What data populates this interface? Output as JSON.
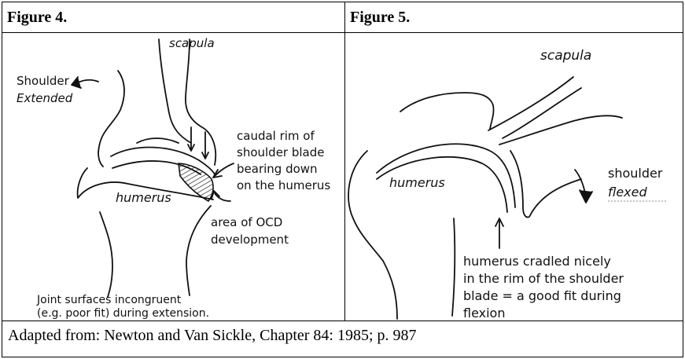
{
  "figure4": {
    "heading": "Figure 4.",
    "labels": {
      "scapula": "scapula",
      "shoulder_line1": "Shoulder",
      "shoulder_line2": "Extended",
      "humerus": "humerus",
      "caudal_line1": "caudal rim of",
      "caudal_line2": "shoulder blade",
      "caudal_line3": "bearing down",
      "caudal_line4": "on the humerus",
      "ocd_line1": "area of OCD",
      "ocd_line2": "development",
      "joint_line1": "Joint surfaces incongruent",
      "joint_line2": "(e.g. poor fit) during extension."
    }
  },
  "figure5": {
    "heading": "Figure 5.",
    "labels": {
      "scapula": "scapula",
      "humerus": "humerus",
      "shoulder_line1": "shoulder",
      "shoulder_line2": "flexed",
      "cradle_line1": "humerus cradled nicely",
      "cradle_line2": "in the rim of the shoulder",
      "cradle_line3": "blade = a good fit during",
      "cradle_line4": "flexion"
    }
  },
  "caption": "Adapted from: Newton and Van Sickle, Chapter 84: 1985; p. 987"
}
